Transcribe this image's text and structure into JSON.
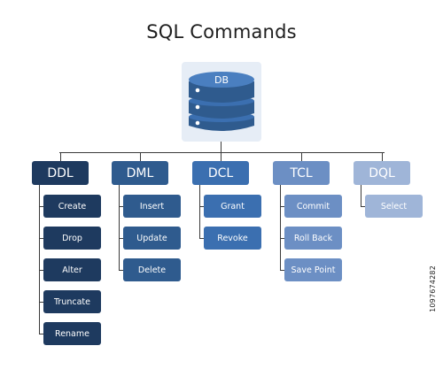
{
  "title": "SQL Commands",
  "database": {
    "label": "DB",
    "icon": "database-icon"
  },
  "categories": [
    {
      "label": "DDL",
      "color": "#1e3a5f",
      "items": [
        "Create",
        "Drop",
        "Alter",
        "Truncate",
        "Rename"
      ]
    },
    {
      "label": "DML",
      "color": "#2f5b8e",
      "items": [
        "Insert",
        "Update",
        "Delete"
      ]
    },
    {
      "label": "DCL",
      "color": "#3b6fb0",
      "items": [
        "Grant",
        "Revoke"
      ]
    },
    {
      "label": "TCL",
      "color": "#6c8fc4",
      "items": [
        "Commit",
        "Roll Back",
        "Save Point"
      ]
    },
    {
      "label": "DQL",
      "color": "#9fb5d8",
      "items": [
        "Select"
      ]
    }
  ],
  "watermark": "1097674282"
}
